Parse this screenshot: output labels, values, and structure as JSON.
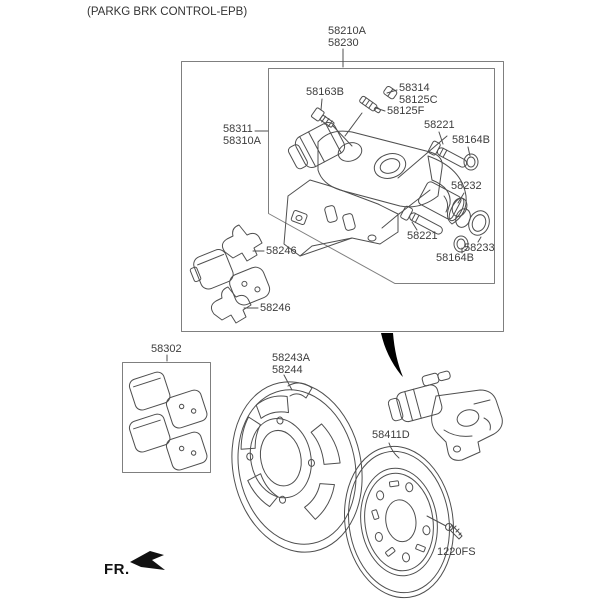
{
  "page": {
    "title": "(PARKG BRK CONTROL-EPB)"
  },
  "direction_indicator": {
    "label": "FR."
  },
  "upper_assembly": {
    "assembly_code_1": "58210A",
    "assembly_code_2": "58230",
    "body_code_1": "58311",
    "body_code_2": "58310A",
    "parts": {
      "bolt": "58163B",
      "cap": "58314",
      "bleeder_upper": "58125C",
      "bleeder_lower": "58125F",
      "guide_rod_top": "58221",
      "bushing_top": "58164B",
      "piston_seal": "58232",
      "guide_rod_bottom": "58221",
      "bushing_bottom": "58164B",
      "dust_boot": "58233",
      "pad_spring_top": "58246",
      "pad_spring_bottom": "58246"
    }
  },
  "lower_section": {
    "pad_kit_code": "58302",
    "splash_shield_code_1": "58243A",
    "splash_shield_code_2": "58244",
    "disc_code": "58411D",
    "screw_code": "1220FS"
  },
  "colors": {
    "line": "#4f4f4f",
    "box_border": "#7f7f7f",
    "text": "#3d3d3d",
    "solid_arrow": "#000000",
    "background": "#ffffff"
  }
}
